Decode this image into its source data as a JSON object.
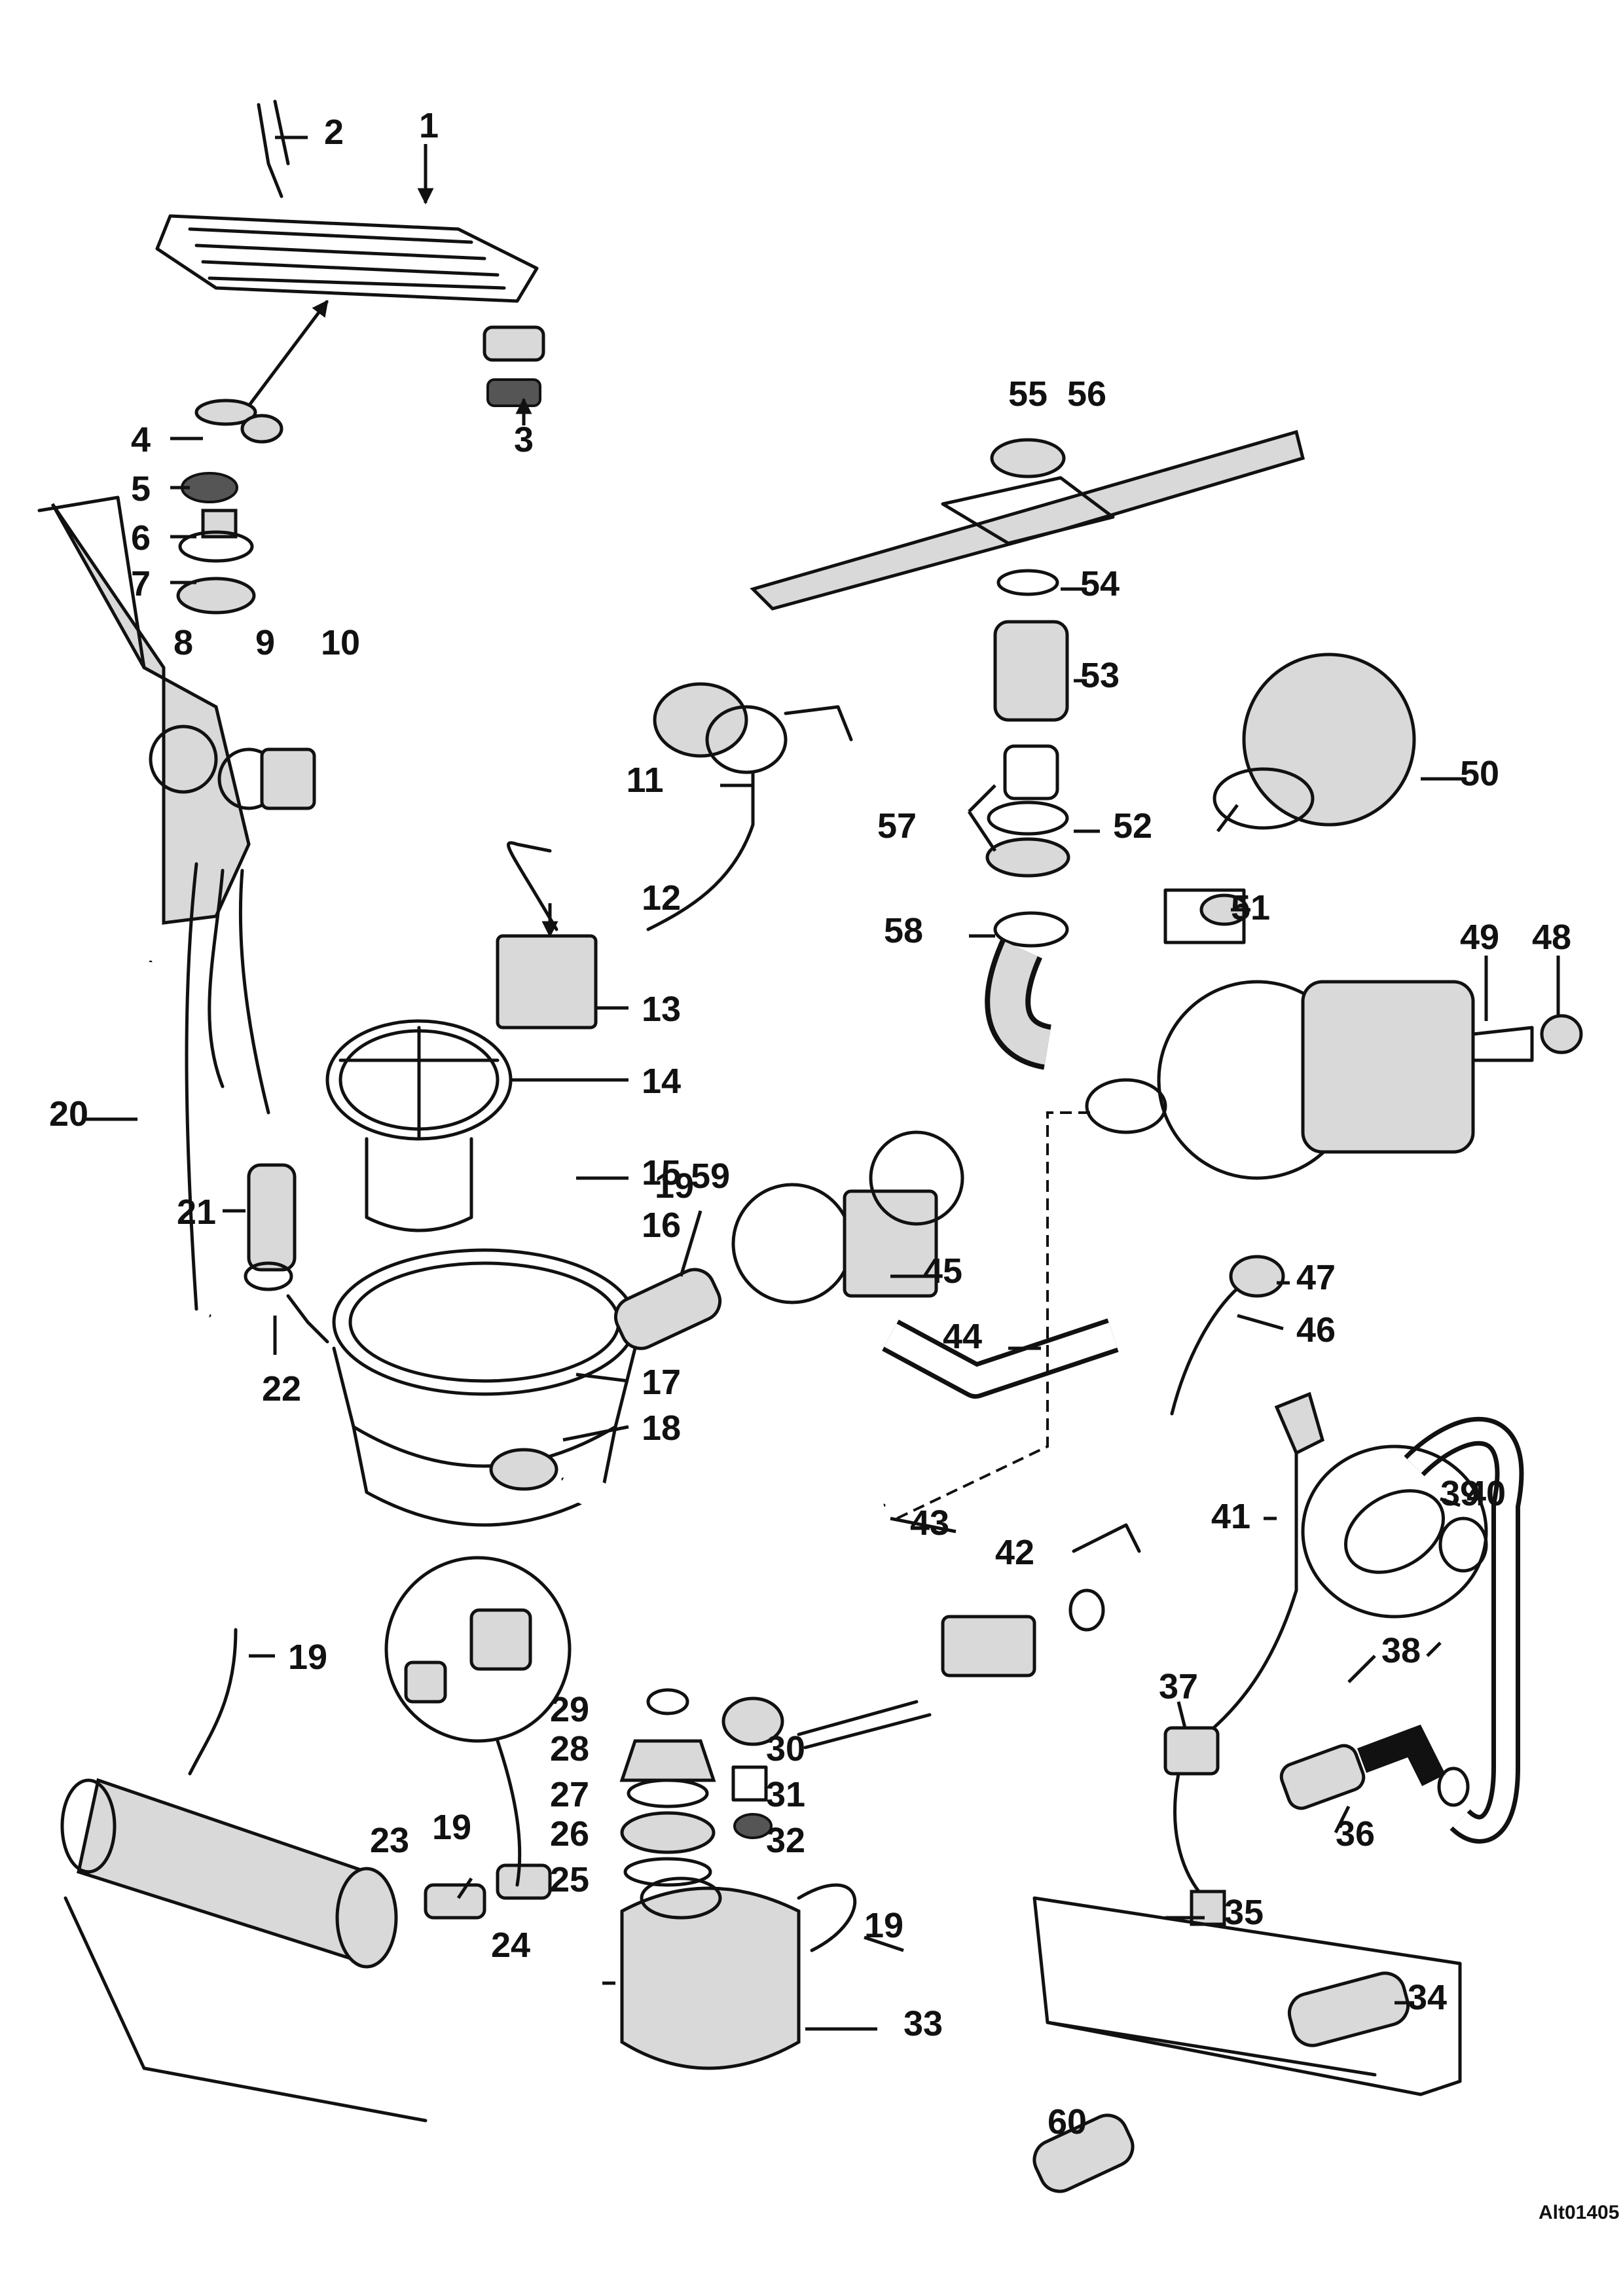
{
  "diagram": {
    "reference_code": "Alt01405",
    "callouts": [
      "1",
      "2",
      "3",
      "4",
      "5",
      "6",
      "7",
      "8",
      "9",
      "10",
      "11",
      "12",
      "13",
      "14",
      "15",
      "16",
      "17",
      "18",
      "19",
      "19",
      "19",
      "19",
      "20",
      "21",
      "22",
      "23",
      "24",
      "25",
      "26",
      "27",
      "28",
      "29",
      "30",
      "31",
      "32",
      "33",
      "34",
      "35",
      "36",
      "37",
      "38",
      "39",
      "40",
      "41",
      "42",
      "43",
      "44",
      "45",
      "46",
      "47",
      "48",
      "49",
      "50",
      "51",
      "52",
      "53",
      "54",
      "55",
      "56",
      "57",
      "58",
      "59",
      "60"
    ],
    "colors": {
      "ink": "#111111",
      "paper": "#ffffff",
      "shade": "#d9d9d9"
    }
  }
}
